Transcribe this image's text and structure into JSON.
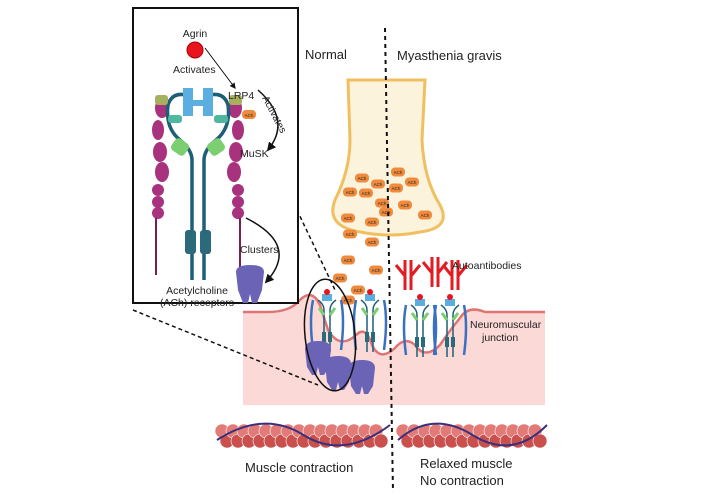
{
  "labels": {
    "agrin": "Agrin",
    "activates_1": "Activates",
    "lrp4": "LRP4",
    "activates_2": "Activates",
    "musk": "MuSK",
    "clusters": "Clusters",
    "ach_receptors_line1": "Acetylcholine",
    "ach_receptors_line2": "(ACh) receptors",
    "normal": "Normal",
    "myasthenia_gravis": "Myasthenia gravis",
    "autoantibodies": "Autoantibodies",
    "nmj_line1": "Neuromuscular",
    "nmj_line2": "junction",
    "muscle_contraction": "Muscle contraction",
    "relaxed_line1": "Relaxed muscle",
    "relaxed_line2": "No contraction",
    "ach": "ACh"
  },
  "colors": {
    "agrin": "#e8141e",
    "ach": "#f08a3c",
    "lrp4_arm": "#a8327e",
    "musk_stem": "#1e5f78",
    "receptor": "#6b63b5",
    "antibody": "#e31b23",
    "membrane": "#fbd9d6",
    "membrane_line": "#e07474",
    "nerve_terminal": "#fbf3dc",
    "nerve_outline": "#f0c060",
    "muscle": "#d9534f"
  }
}
